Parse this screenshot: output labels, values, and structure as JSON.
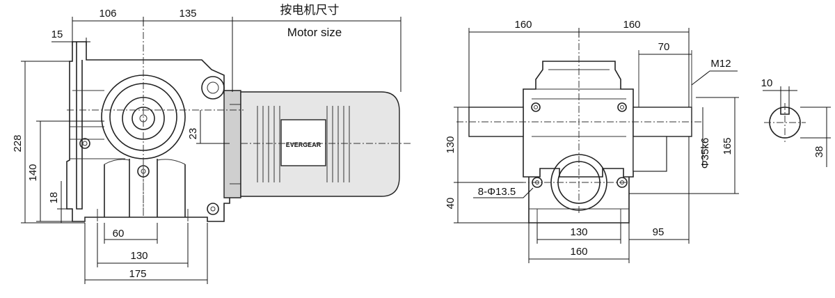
{
  "side_view": {
    "dims": {
      "top_1": "106",
      "top_2": "135",
      "top_3": "15",
      "height_total": "228",
      "height_center": "140",
      "height_base": "18",
      "offset_23": "23",
      "bottom_1": "60",
      "bottom_2": "130",
      "bottom_3": "175"
    },
    "motor_size_cn": "按电机尺寸",
    "motor_size_en": "Motor size",
    "brand": "EVERGEAR"
  },
  "front_view": {
    "dims": {
      "top_left": "160",
      "top_right": "160",
      "shaft_len": "70",
      "thread": "M12",
      "height_130": "130",
      "height_40": "40",
      "holes": "8-Φ13.5",
      "shaft_dia": "Φ35k6",
      "height_165": "165",
      "bottom_130": "130",
      "bottom_160": "160",
      "right_95": "95"
    }
  },
  "key_view": {
    "dims": {
      "key_width": "10",
      "key_height": "38"
    }
  }
}
